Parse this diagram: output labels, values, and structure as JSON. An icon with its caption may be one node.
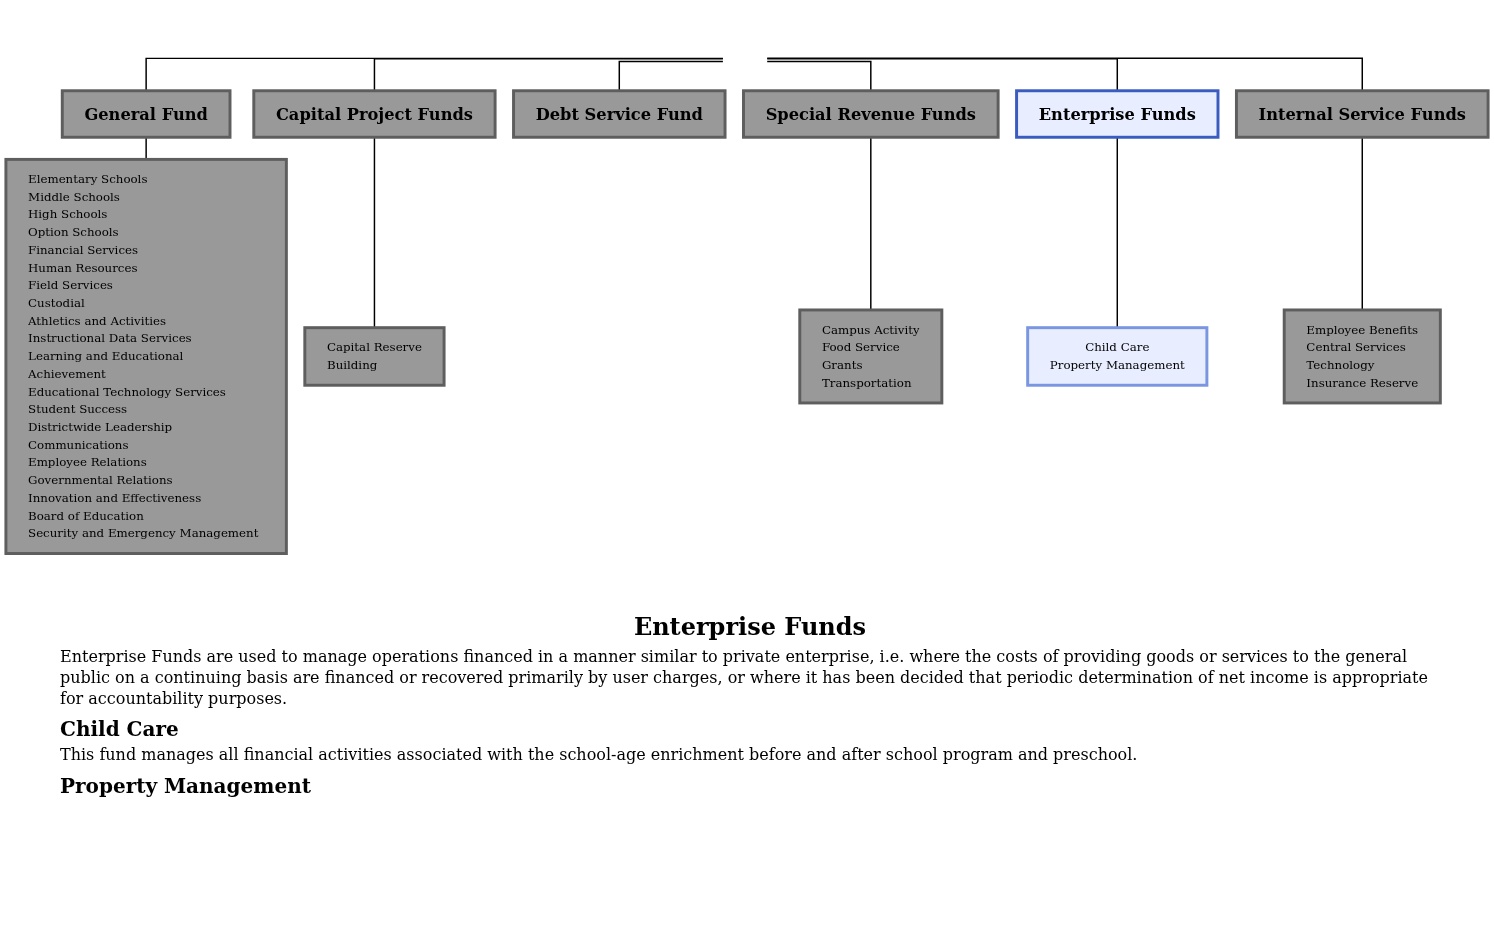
{
  "diagram": {
    "nodes": [
      {
        "text": [
          "General Fund"
        ]
      },
      {
        "text": [
          "Capital Project Funds"
        ]
      },
      {
        "text": [
          "Debt Service Fund"
        ]
      },
      {
        "text": [
          "Special Revenue Funds"
        ]
      },
      {
        "text": [
          "Enterprise Funds"
        ]
      },
      {
        "text": [
          "Internal Service Funds"
        ]
      },
      {
        "text": [
          "Elementary Schools",
          "Middle Schools",
          "High Schools",
          "Option Schools",
          "Financial Services",
          "Human Resources",
          "Field Services",
          "Custodial",
          "Athletics and Activities",
          "Instructional Data Services",
          "Learning and Educational Achievement",
          "Educational Technology Services",
          "Student Success",
          "Districtwide Leadership",
          "Communications",
          "Employee Relations",
          "Governmental Relations",
          "Innovation and Effectiveness",
          "Board of Education",
          "Security and Emergency Management"
        ]
      },
      {
        "text": [
          "Capital Reserve",
          "Building"
        ]
      },
      {
        "text": [
          "Campus Activity",
          "Food Service",
          "Grants",
          "Transportation"
        ]
      },
      {
        "text": [
          "Child Care",
          "Property Management"
        ]
      },
      {
        "text": [
          "Employee Benefits",
          "Central Services",
          "Technology",
          "Insurance Reserve"
        ]
      }
    ],
    "edges": [
      {
        "from": null,
        "to": 0,
        "arrow": "none"
      },
      {
        "from": null,
        "to": 1,
        "arrow": "none"
      },
      {
        "from": null,
        "to": 2,
        "arrow": "none"
      },
      {
        "from": null,
        "to": 3,
        "arrow": "none"
      },
      {
        "from": null,
        "to": 4,
        "arrow": "none"
      },
      {
        "from": null,
        "to": 5,
        "arrow": "none"
      },
      {
        "from": 0,
        "to": 6,
        "arrow": "none"
      },
      {
        "from": 1,
        "to": 7,
        "arrow": "none"
      },
      {
        "from": 3,
        "to": 8,
        "arrow": "none"
      },
      {
        "from": 4,
        "to": 9,
        "arrow": "none"
      },
      {
        "from": 5,
        "to": 10,
        "arrow": "none"
      }
    ],
    "labels": [
      "Enterprise Funds",
      "Enterprise Funds are used to manage operations financed in a manner similar to private enterprise, i.e. where the costs of providing goods or services to the general public on a continuing basis are financed or recovered primarily by user charges, or where it has been decided that periodic determination of net income is appropriate for accountability purposes.",
      "Child Care",
      "This fund manages all financial activities associated with the school-age enrichment before and after school program and preschool.",
      "Property Management"
    ]
  }
}
